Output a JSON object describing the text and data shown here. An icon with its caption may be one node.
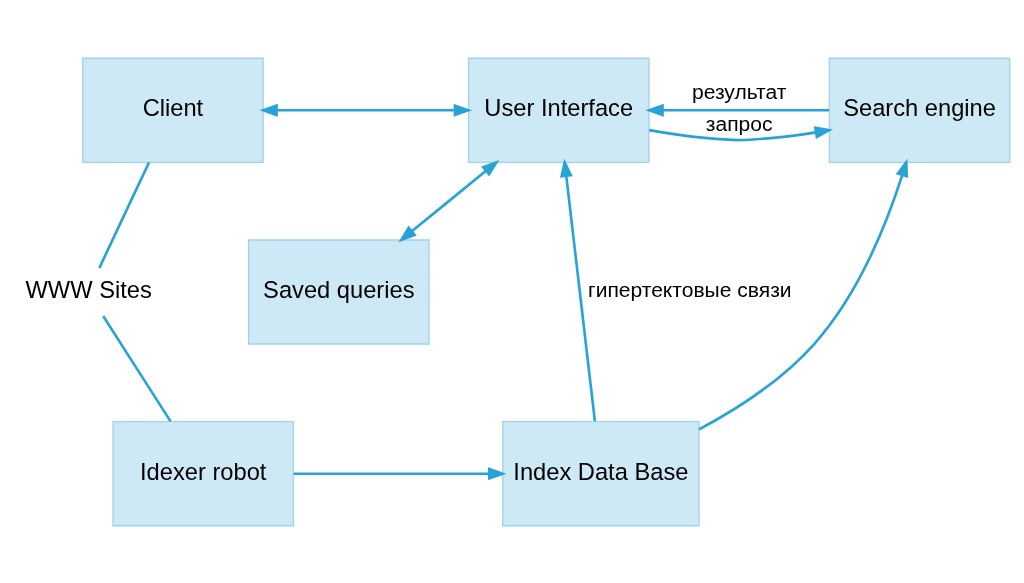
{
  "diagram": {
    "nodes": [
      {
        "text": [
          "Client"
        ]
      },
      {
        "text": [
          "User Interface"
        ]
      },
      {
        "text": [
          "Search engine"
        ]
      },
      {
        "text": [
          "Saved queries"
        ]
      },
      {
        "text": [
          "WWW Sites"
        ]
      },
      {
        "text": [
          "Index Data Base"
        ]
      },
      {
        "text": [
          "Idexer robot"
        ]
      }
    ],
    "edges": [
      {
        "from": 0,
        "to": 1,
        "arrow": "both"
      },
      {
        "from": 1,
        "to": 2,
        "arrow": "to",
        "label": "запрос"
      },
      {
        "from": 2,
        "to": 1,
        "arrow": "to",
        "label": "результат"
      },
      {
        "from": 1,
        "to": 3,
        "arrow": "both"
      },
      {
        "from": 5,
        "to": 1,
        "arrow": "to",
        "label": "гипертектовые связи"
      },
      {
        "from": 5,
        "to": 2,
        "arrow": "to"
      },
      {
        "from": 6,
        "to": 5,
        "arrow": "to"
      },
      {
        "from": 0,
        "to": 4,
        "arrow": "none"
      },
      {
        "from": 4,
        "to": 6,
        "arrow": "none"
      }
    ]
  }
}
